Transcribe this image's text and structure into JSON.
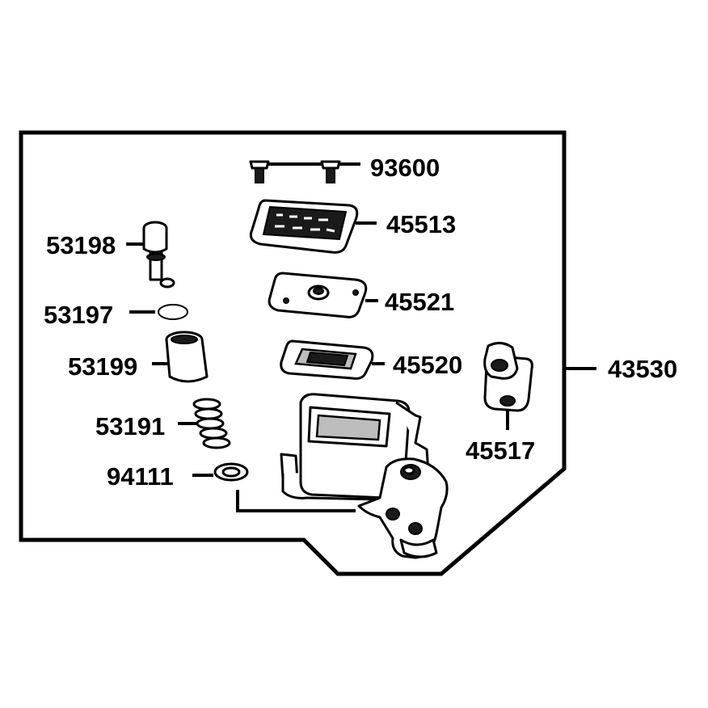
{
  "parts": {
    "p93600": "93600",
    "p45513": "45513",
    "p53198": "53198",
    "p45521": "45521",
    "p53197": "53197",
    "p53199": "53199",
    "p45520": "45520",
    "p43530": "43530",
    "p53191": "53191",
    "p45517": "45517",
    "p94111": "94111"
  }
}
